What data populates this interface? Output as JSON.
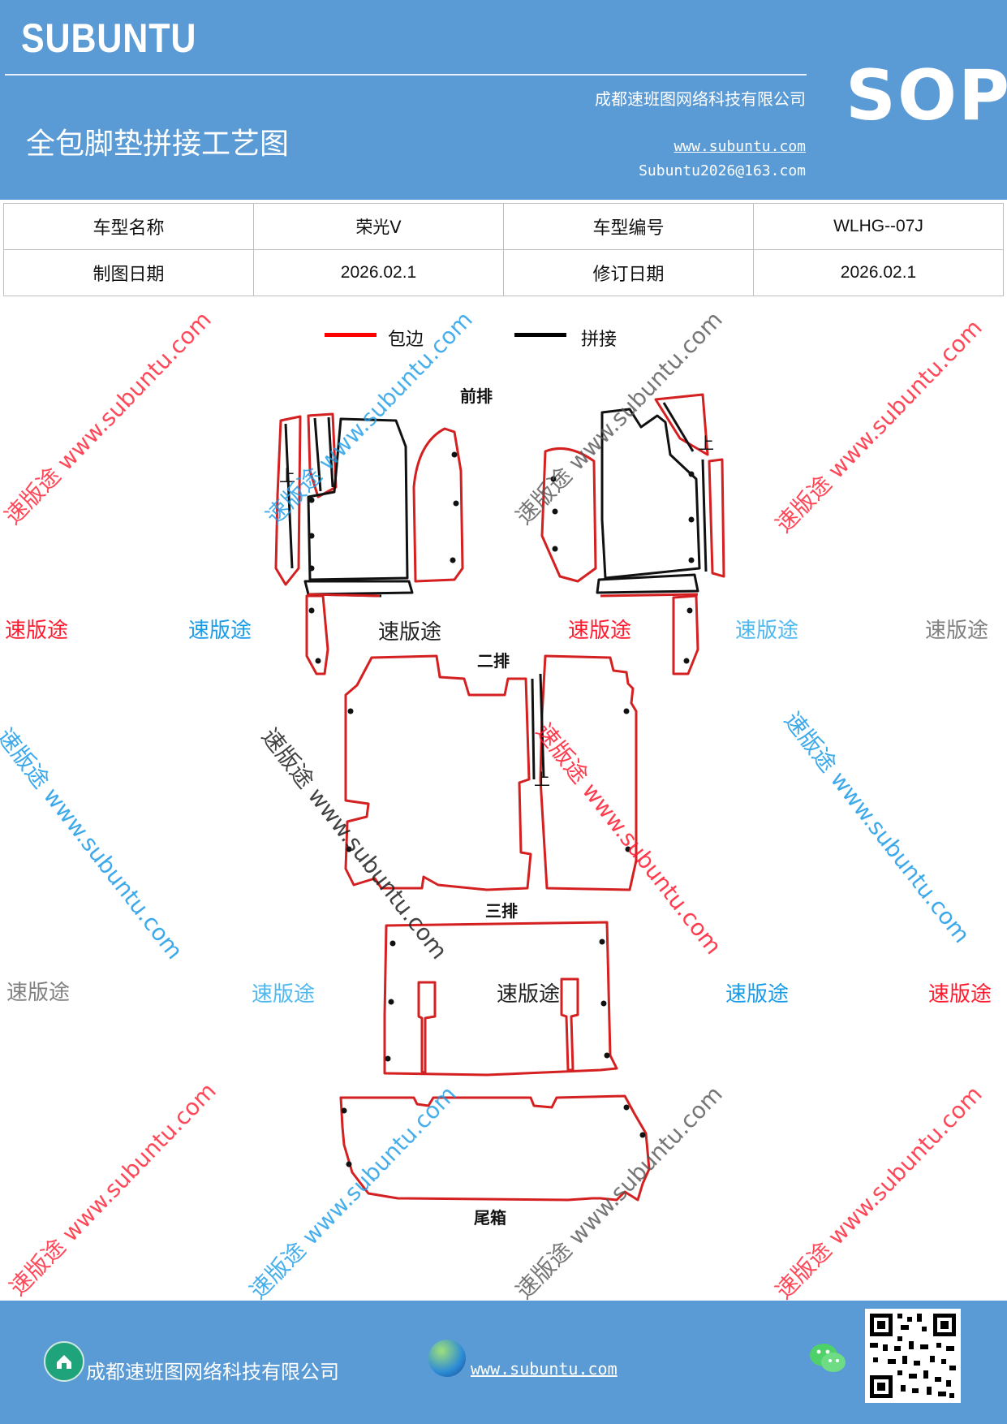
{
  "header": {
    "brand": "SUBUNTU",
    "doc_type": "SOP",
    "company": "成都速班图网络科技有限公司",
    "title": "全包脚垫拼接工艺图",
    "website": "www.subuntu.com",
    "email": "Subuntu2026@163.com"
  },
  "info": {
    "model_name_label": "车型名称",
    "model_name": "荣光Ⅴ",
    "model_code_label": "车型编号",
    "model_code": "WLHG--07J",
    "draw_date_label": "制图日期",
    "draw_date": "2026.02.1",
    "revise_date_label": "修订日期",
    "revise_date": "2026.02.1"
  },
  "legend": {
    "edge_label": "包边",
    "edge_color": "#ff0000",
    "join_label": "拼接",
    "join_color": "#000000"
  },
  "diagram": {
    "front_row": "前排",
    "second_row": "二排",
    "third_row": "三排",
    "trunk": "尾箱",
    "up_mark": "上"
  },
  "watermark": {
    "brand_cn": "速版途",
    "url": "www.subuntu.com",
    "diag_text": "速版途 www.subuntu.com",
    "colors": {
      "red": "#ff1a2e",
      "blue": "#1a9be8",
      "light_blue": "#4fb8ef",
      "gray": "#808080",
      "black": "#222222"
    }
  },
  "footer": {
    "company": "成都速班图网络科技有限公司",
    "website": "www.subuntu.com",
    "home_icon": "home-icon",
    "globe_icon": "globe-icon",
    "wechat_icon": "wechat-icon",
    "qr_icon": "qr-code"
  }
}
